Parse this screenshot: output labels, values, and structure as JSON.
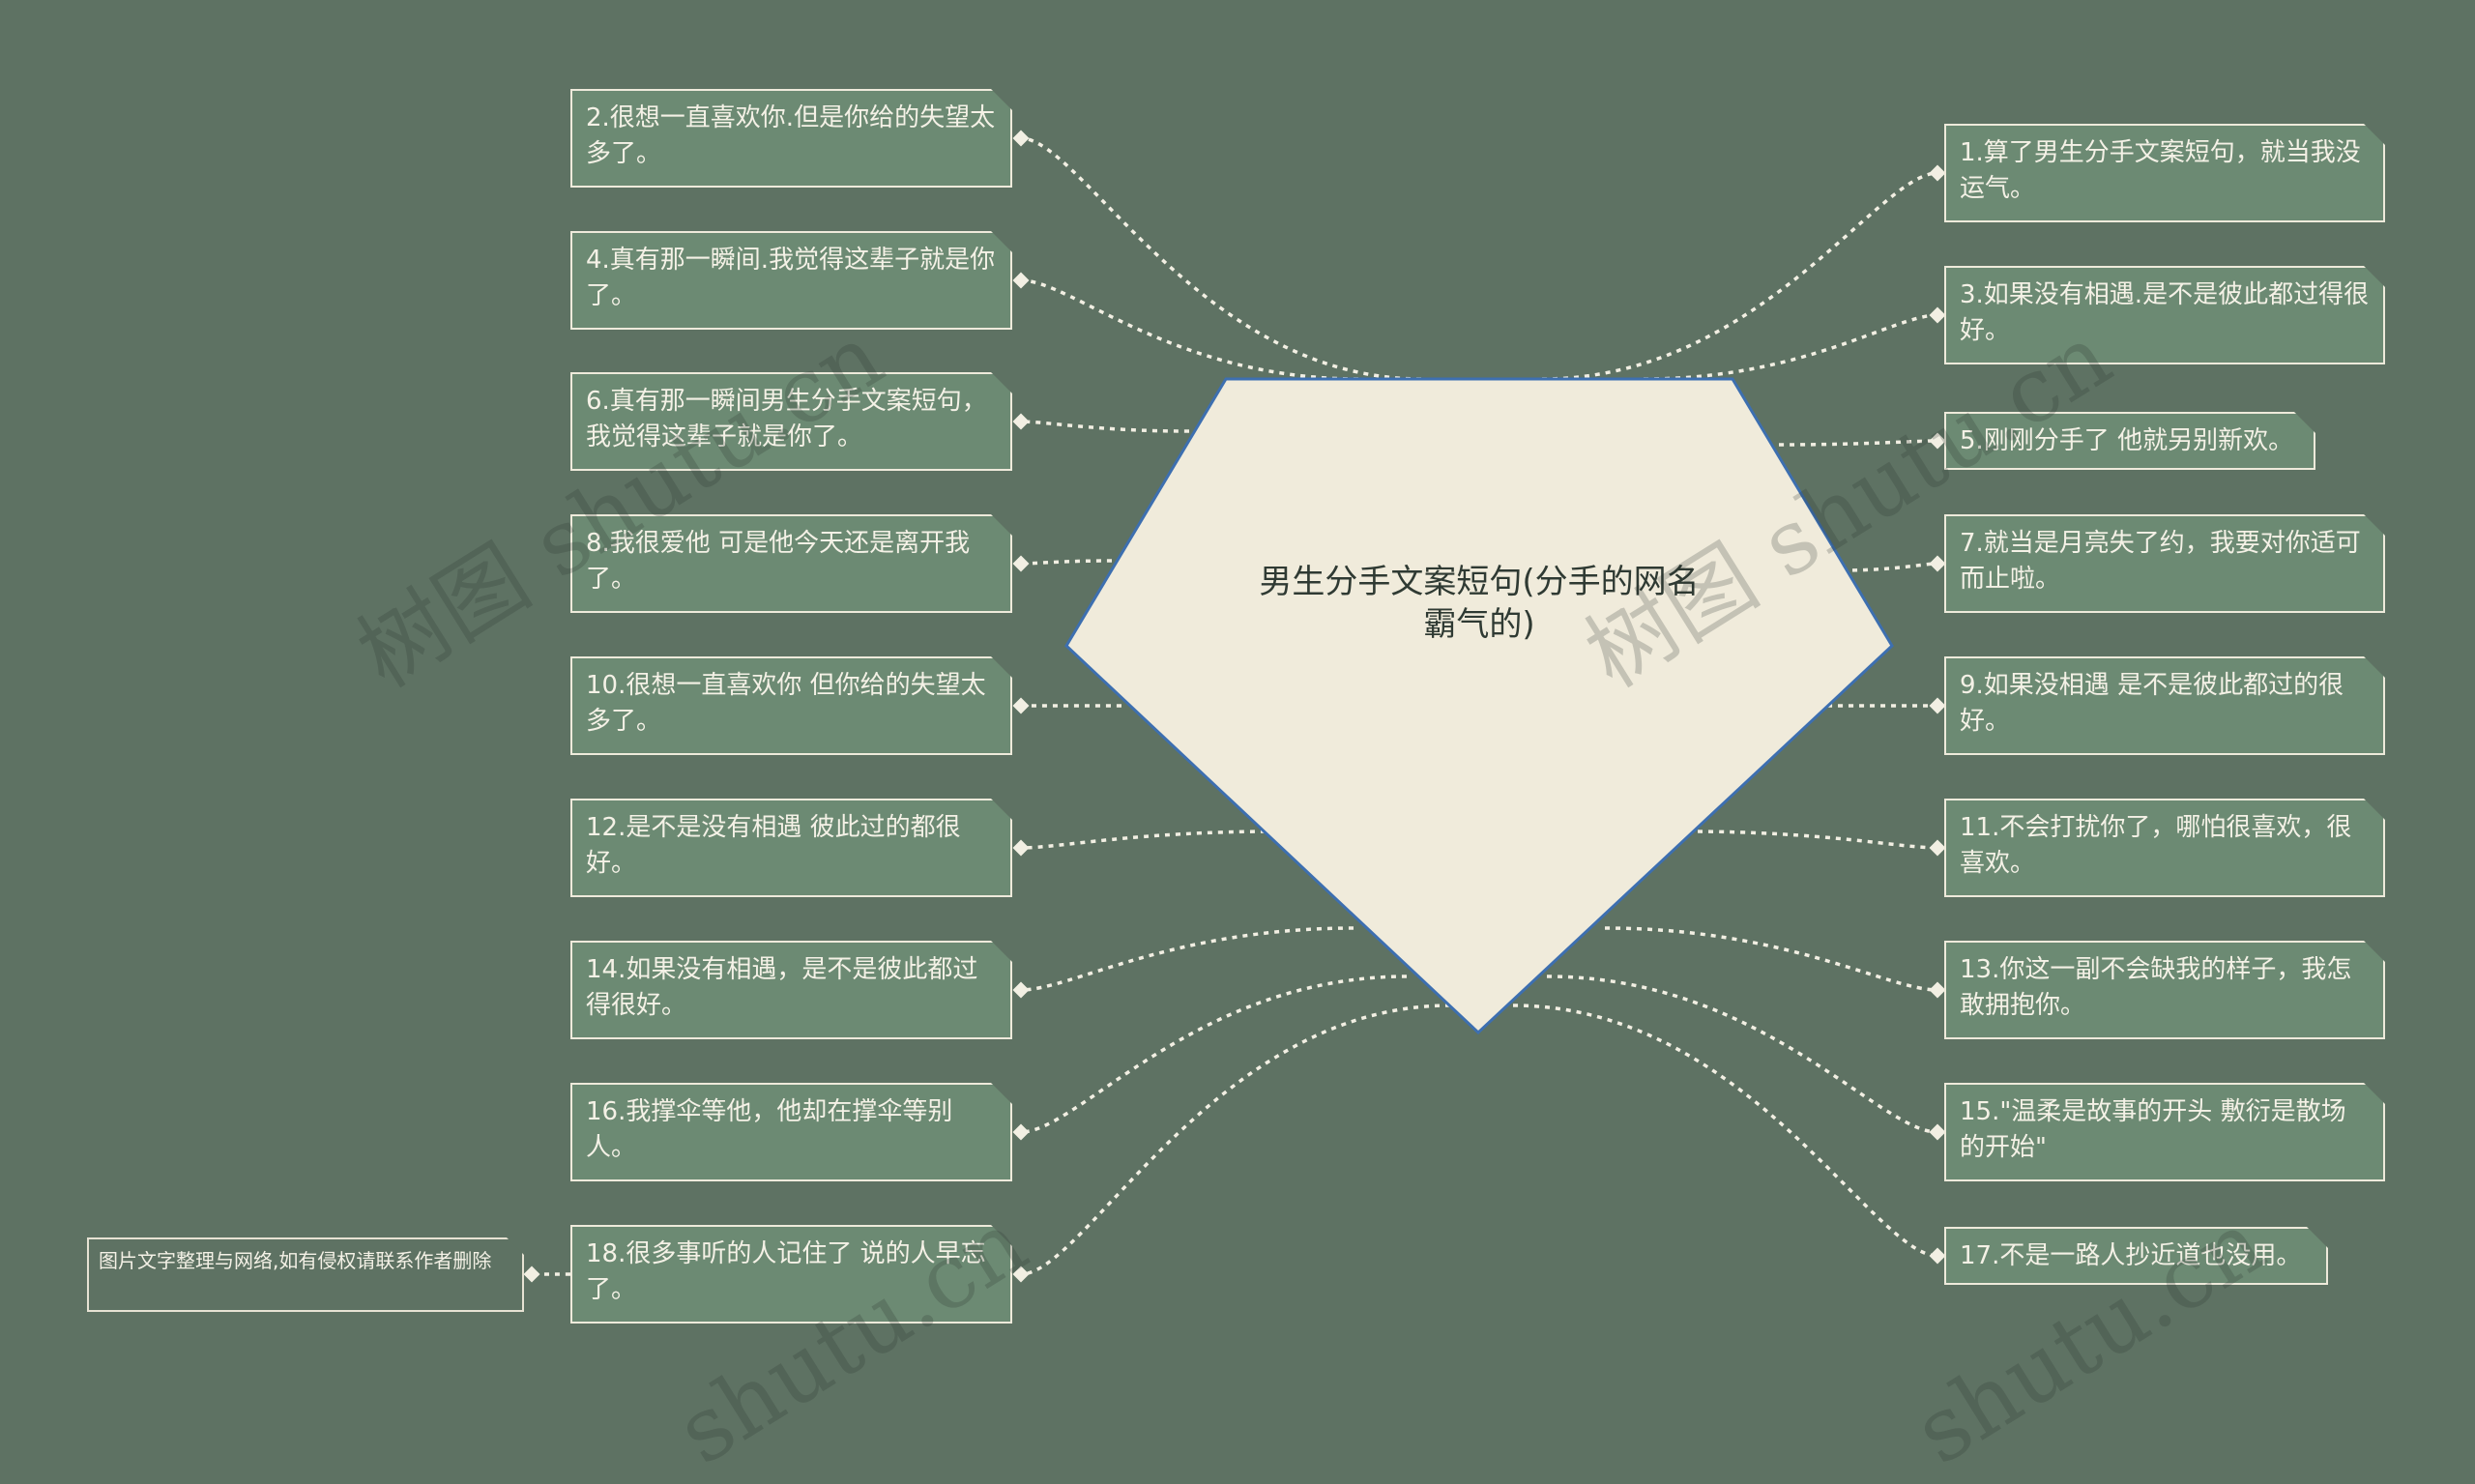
{
  "center": {
    "title": "男生分手文案短句(分手的网名霸气的)"
  },
  "left_nodes": [
    "2.很想一直喜欢你.但是你给的失望太多了。",
    "4.真有那一瞬间.我觉得这辈子就是你了。",
    "6.真有那一瞬间男生分手文案短句，我觉得这辈子就是你了。",
    "8.我很爱他 可是他今天还是离开我了。",
    "10.很想一直喜欢你 但你给的失望太多了。",
    "12.是不是没有相遇 彼此过的都很好。",
    "14.如果没有相遇，是不是彼此都过得很好。",
    "16.我撑伞等他，他却在撑伞等别人。",
    "18.很多事听的人记住了 说的人早忘了。"
  ],
  "right_nodes": [
    "1.算了男生分手文案短句，就当我没运气。",
    "3.如果没有相遇.是不是彼此都过得很好。",
    "5.刚刚分手了 他就另别新欢。",
    "7.就当是月亮失了约，我要对你适可而止啦。",
    "9.如果没相遇 是不是彼此都过的很好。",
    "11.不会打扰你了，哪怕很喜欢，很喜欢。",
    "13.你这一副不会缺我的样子，我怎敢拥抱你。",
    "15.\"温柔是故事的开头 敷衍是散场的开始\"",
    "17.不是一路人抄近道也没用。"
  ],
  "note": "图片文字整理与网络,如有侵权请联系作者删除",
  "watermarks": [
    "树图 shutu.cn",
    "树图 shutu.cn",
    "shutu.cn",
    "shutu.cn"
  ],
  "colors": {
    "background": "#5e7263",
    "node_fill": "#6c8a73",
    "node_border": "#eeeadb",
    "center_fill": "#f0ebdb",
    "center_border": "#3d6fb0",
    "connector": "#f2efe3"
  }
}
